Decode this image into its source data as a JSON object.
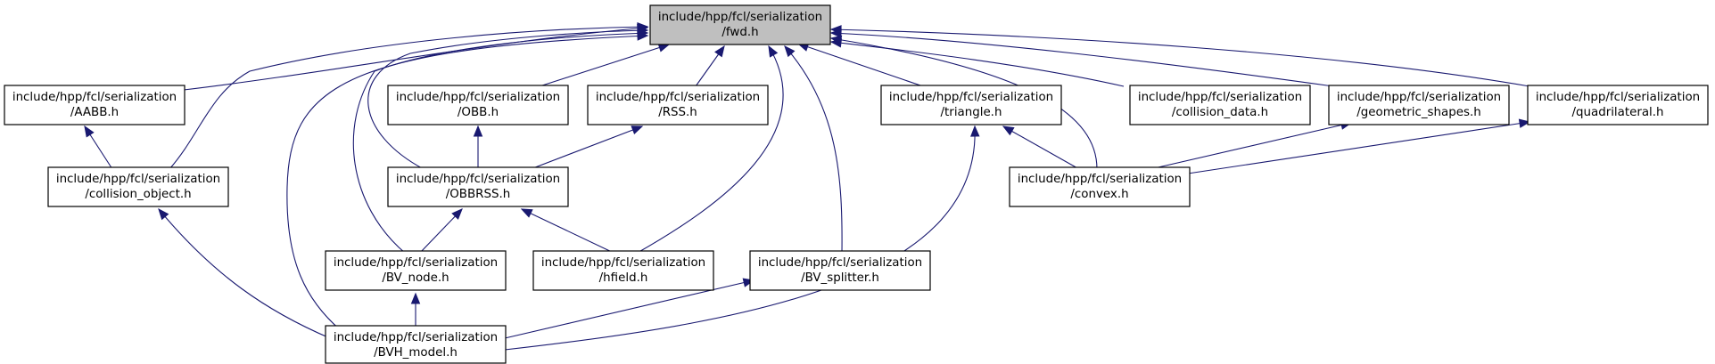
{
  "nodes": [
    {
      "id": "fwd",
      "line1": "include/hpp/fcl/serialization",
      "line2": "/fwd.h",
      "root": true
    },
    {
      "id": "aabb",
      "line1": "include/hpp/fcl/serialization",
      "line2": "/AABB.h"
    },
    {
      "id": "collision_object",
      "line1": "include/hpp/fcl/serialization",
      "line2": "/collision_object.h"
    },
    {
      "id": "obb",
      "line1": "include/hpp/fcl/serialization",
      "line2": "/OBB.h"
    },
    {
      "id": "rss",
      "line1": "include/hpp/fcl/serialization",
      "line2": "/RSS.h"
    },
    {
      "id": "obbrss",
      "line1": "include/hpp/fcl/serialization",
      "line2": "/OBBRSS.h"
    },
    {
      "id": "bv_node",
      "line1": "include/hpp/fcl/serialization",
      "line2": "/BV_node.h"
    },
    {
      "id": "hfield",
      "line1": "include/hpp/fcl/serialization",
      "line2": "/hfield.h"
    },
    {
      "id": "bv_splitter",
      "line1": "include/hpp/fcl/serialization",
      "line2": "/BV_splitter.h"
    },
    {
      "id": "bvh_model",
      "line1": "include/hpp/fcl/serialization",
      "line2": "/BVH_model.h"
    },
    {
      "id": "triangle",
      "line1": "include/hpp/fcl/serialization",
      "line2": "/triangle.h"
    },
    {
      "id": "collision_data",
      "line1": "include/hpp/fcl/serialization",
      "line2": "/collision_data.h"
    },
    {
      "id": "geometric_shapes",
      "line1": "include/hpp/fcl/serialization",
      "line2": "/geometric_shapes.h"
    },
    {
      "id": "quadrilateral",
      "line1": "include/hpp/fcl/serialization",
      "line2": "/quadrilateral.h"
    },
    {
      "id": "convex",
      "line1": "include/hpp/fcl/serialization",
      "line2": "/convex.h"
    }
  ],
  "edges": [
    {
      "from": "aabb",
      "to": "fwd"
    },
    {
      "from": "collision_object",
      "to": "fwd"
    },
    {
      "from": "obb",
      "to": "fwd"
    },
    {
      "from": "rss",
      "to": "fwd"
    },
    {
      "from": "obbrss",
      "to": "fwd"
    },
    {
      "from": "bv_node",
      "to": "fwd"
    },
    {
      "from": "hfield",
      "to": "fwd"
    },
    {
      "from": "bv_splitter",
      "to": "fwd"
    },
    {
      "from": "bvh_model",
      "to": "fwd"
    },
    {
      "from": "triangle",
      "to": "fwd"
    },
    {
      "from": "collision_data",
      "to": "fwd"
    },
    {
      "from": "geometric_shapes",
      "to": "fwd"
    },
    {
      "from": "quadrilateral",
      "to": "fwd"
    },
    {
      "from": "convex",
      "to": "fwd"
    },
    {
      "from": "collision_object",
      "to": "aabb"
    },
    {
      "from": "obbrss",
      "to": "obb"
    },
    {
      "from": "obbrss",
      "to": "rss"
    },
    {
      "from": "bv_node",
      "to": "obbrss"
    },
    {
      "from": "hfield",
      "to": "obbrss"
    },
    {
      "from": "bvh_model",
      "to": "collision_object"
    },
    {
      "from": "bvh_model",
      "to": "bv_node"
    },
    {
      "from": "bvh_model",
      "to": "bv_splitter"
    },
    {
      "from": "bvh_model",
      "to": "triangle"
    },
    {
      "from": "convex",
      "to": "triangle"
    },
    {
      "from": "convex",
      "to": "geometric_shapes"
    },
    {
      "from": "convex",
      "to": "quadrilateral"
    }
  ]
}
